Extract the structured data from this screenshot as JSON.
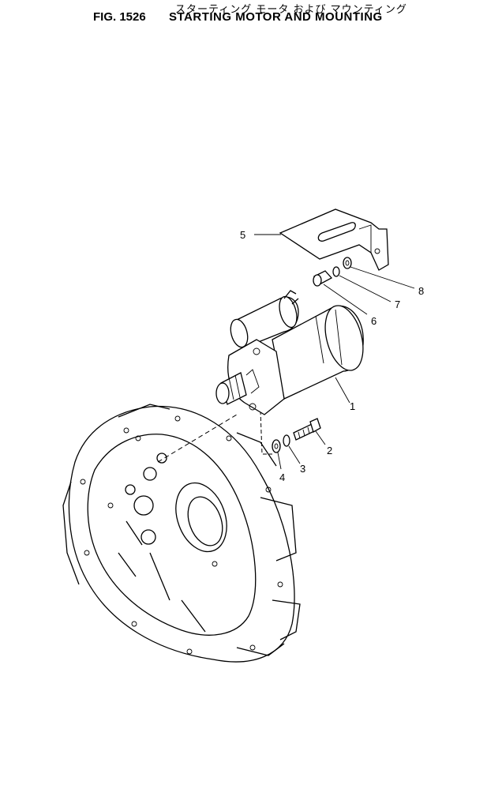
{
  "header": {
    "title_japanese": "スターティング モータ および マウンティング",
    "figure_number": "FIG. 1526",
    "title": "STARTING MOTOR AND MOUNTING"
  },
  "callouts": [
    {
      "id": "1",
      "part": "starting-motor"
    },
    {
      "id": "2",
      "part": "bolt"
    },
    {
      "id": "3",
      "part": "washer"
    },
    {
      "id": "4",
      "part": "washer"
    },
    {
      "id": "5",
      "part": "bracket"
    },
    {
      "id": "6",
      "part": "bolt"
    },
    {
      "id": "7",
      "part": "washer"
    },
    {
      "id": "8",
      "part": "washer"
    }
  ]
}
